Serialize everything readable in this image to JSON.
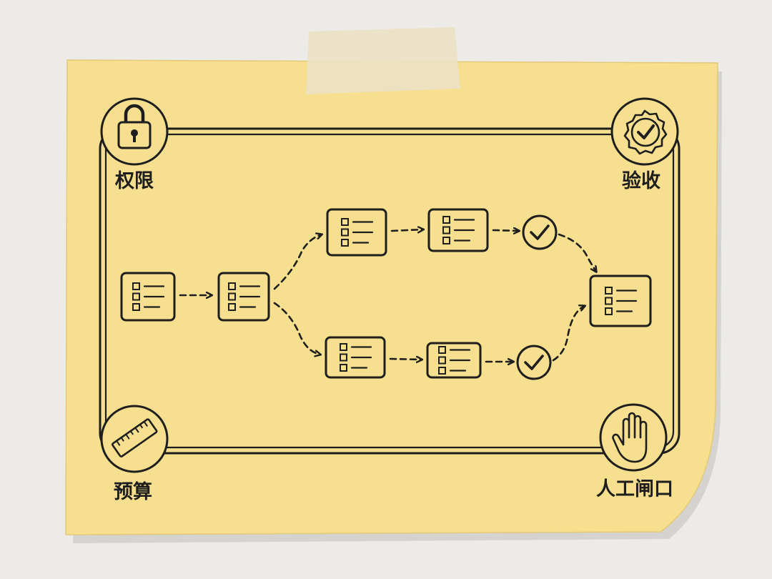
{
  "corners": {
    "top_left": {
      "label": "权限",
      "icon": "lock-icon"
    },
    "top_right": {
      "label": "验收",
      "icon": "check-badge-icon"
    },
    "bottom_left": {
      "label": "预算",
      "icon": "ruler-icon"
    },
    "bottom_right": {
      "label": "人工闸口",
      "icon": "raised-hand-icon"
    }
  },
  "flow": {
    "node_icon": "checklist-icon",
    "done_icon": "check-circle-icon",
    "nodes": [
      "start-task",
      "split-task",
      "upper-task-1",
      "upper-task-2",
      "lower-task-1",
      "lower-task-2",
      "merge-task"
    ],
    "checks": [
      "upper-check",
      "lower-check"
    ],
    "branches": [
      "upper",
      "lower"
    ]
  },
  "colors": {
    "background": "#ecebe7",
    "note": "#f6df8e",
    "tape": "#ebe1c4",
    "ink": "#1e1e1e"
  }
}
